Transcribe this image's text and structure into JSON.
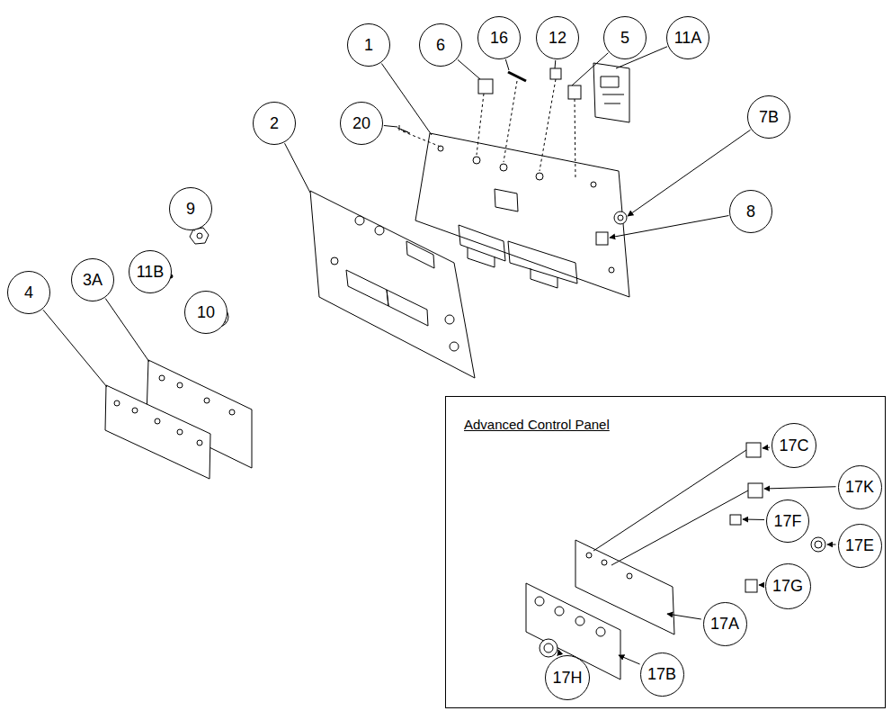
{
  "diagram": {
    "nodes": [
      {
        "text": [
          "1"
        ]
      },
      {
        "text": [
          "6"
        ]
      },
      {
        "text": [
          "16"
        ]
      },
      {
        "text": [
          "12"
        ]
      },
      {
        "text": [
          "5"
        ]
      },
      {
        "text": [
          "11A"
        ]
      },
      {
        "text": [
          "20"
        ]
      },
      {
        "text": [
          "2"
        ]
      },
      {
        "text": [
          "7B"
        ]
      },
      {
        "text": [
          "9"
        ]
      },
      {
        "text": [
          "8"
        ]
      },
      {
        "text": [
          "11B"
        ]
      },
      {
        "text": [
          "10"
        ]
      },
      {
        "text": [
          "3A"
        ]
      },
      {
        "text": [
          "4"
        ]
      },
      {
        "text": [
          "Advanced Control Panel"
        ]
      },
      {
        "text": [
          "17C"
        ],
        "in": 15
      },
      {
        "text": [
          "17K"
        ],
        "in": 15
      },
      {
        "text": [
          "17F"
        ],
        "in": 15
      },
      {
        "text": [
          "17E"
        ],
        "in": 15
      },
      {
        "text": [
          "17G"
        ],
        "in": 15
      },
      {
        "text": [
          "17A"
        ],
        "in": 15
      },
      {
        "text": [
          "17B"
        ],
        "in": 15
      },
      {
        "text": [
          "17H"
        ],
        "in": 15
      }
    ]
  }
}
